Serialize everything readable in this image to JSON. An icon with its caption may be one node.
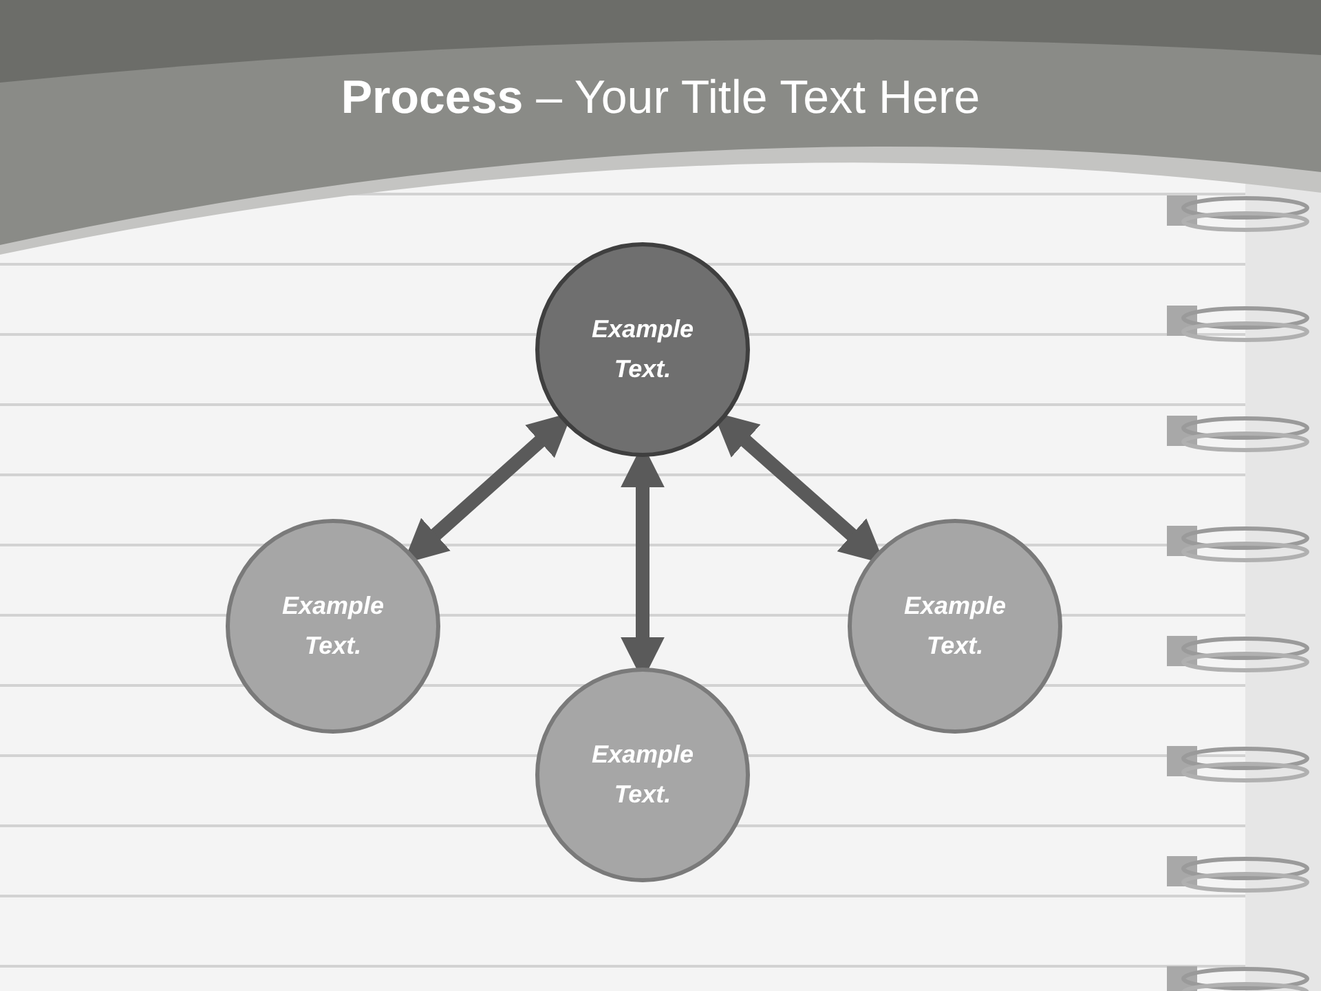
{
  "diagram": {
    "title": "**Process** – Your Title Text Here",
    "nodes": [
      {
        "text": [
          "Example Text."
        ]
      },
      {
        "text": [
          "Example Text."
        ]
      },
      {
        "text": [
          "Example Text."
        ]
      },
      {
        "text": [
          "Example Text."
        ]
      }
    ],
    "edges": [
      {
        "from": 1,
        "to": 0,
        "arrow": "both"
      },
      {
        "from": 0,
        "to": 2,
        "arrow": "both"
      },
      {
        "from": 0,
        "to": 3,
        "arrow": "both"
      }
    ]
  }
}
